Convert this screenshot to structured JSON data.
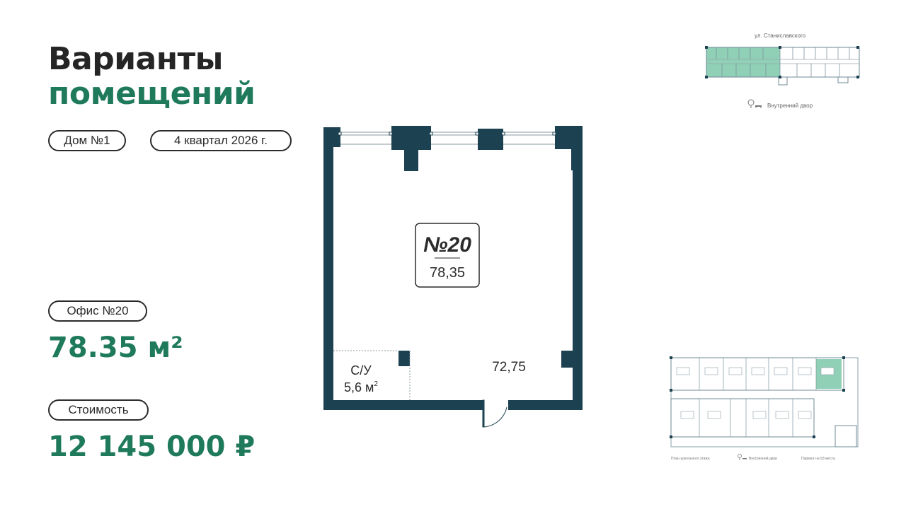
{
  "header": {
    "title_line1": "Варианты",
    "title_line2": "помещений"
  },
  "tags": {
    "house": "Дом №1",
    "completion": "4 квартал 2026 г."
  },
  "office": {
    "label": "Офис №20",
    "area": "78.35 м²"
  },
  "price": {
    "label": "Стоимость",
    "value": "12 145 000 ₽"
  },
  "plan": {
    "unit_number": "№20",
    "unit_area": "78,35",
    "main_room_area": "72,75",
    "bathroom_label": "С/У",
    "bathroom_area": "5,6 м",
    "bathroom_area_sup": "2"
  },
  "upper_map": {
    "street_label": "ул. Станиславского",
    "courtyard_label": "Внутренний двор"
  },
  "lower_map": {
    "basement_label": "План цокольного этажа",
    "courtyard_label": "Внутренний двор",
    "parking_label": "Паркинг на 93 места"
  },
  "colors": {
    "accent_green": "#1f7a5c",
    "wall_dark": "#1c4150",
    "highlight_fill": "#8fd0b6"
  }
}
